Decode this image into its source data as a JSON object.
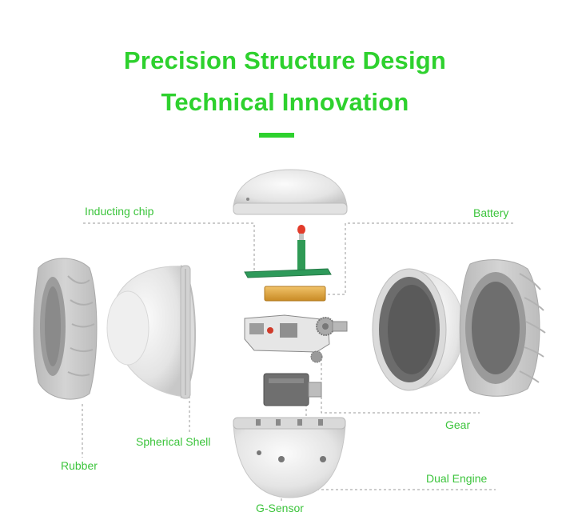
{
  "header": {
    "title_line1": "Precision Structure Design",
    "title_line2": "Technical Innovation"
  },
  "labels": {
    "inducting_chip": "Inducting chip",
    "battery": "Battery",
    "spherical_shell": "Spherical Shell",
    "gear": "Gear",
    "rubber": "Rubber",
    "dual_engine": "Dual Engine",
    "g_sensor": "G-Sensor"
  },
  "colors": {
    "accent": "#2ed12e",
    "label": "#3cc43c",
    "leader_line": "#9a9a9a",
    "shell": "#e8e8e8",
    "rubber": "#c9c9c9",
    "battery": "#d8a13a",
    "board": "#2e9a5a"
  }
}
